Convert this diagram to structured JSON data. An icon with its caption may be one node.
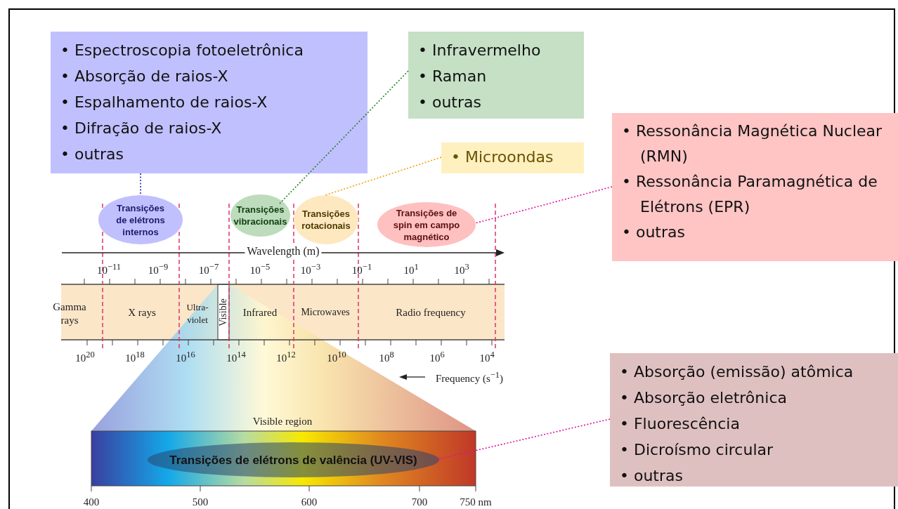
{
  "diagram": {
    "nodes": [
      {
        "text": [
          "• Espectroscopia fotoeletrônica",
          "• Absorção de raios-X",
          "• Espalhamento de raios-X",
          "• Difração de raios-X",
          "• outras"
        ]
      },
      {
        "text": [
          "• Infravermelho",
          "• Raman",
          "• outras"
        ]
      },
      {
        "text": [
          "• Microondas"
        ]
      },
      {
        "text": [
          "• Ressonância Magnética Nuclear (RMN)",
          "• Ressonância Paramagnética de Elétrons (EPR)",
          "• outras"
        ]
      },
      {
        "text": [
          "• Absorção (emissão) atômica",
          "• Absorção eletrônica",
          "• Fluorescência",
          "• Dicroísmo circular",
          "• outras"
        ]
      },
      {
        "text": [
          "Transições de elétrons internos"
        ]
      },
      {
        "text": [
          "Transições vibracionais"
        ]
      },
      {
        "text": [
          "Transições rotacionais"
        ]
      },
      {
        "text": [
          "Transições de spin em campo magnético"
        ]
      },
      {
        "text": [
          "Transições de elétrons de valência (UV-VIS)"
        ]
      }
    ],
    "edges": [
      {
        "from": 0,
        "to": 5,
        "arrow": "none",
        "color": "#2020c0"
      },
      {
        "from": 1,
        "to": 6,
        "arrow": "none",
        "color": "#208020"
      },
      {
        "from": 2,
        "to": 7,
        "arrow": "none",
        "color": "#f0a000"
      },
      {
        "from": 3,
        "to": 8,
        "arrow": "none"
      },
      {
        "from": 4,
        "to": 9,
        "arrow": "none"
      }
    ],
    "labels": [
      "Wavelength (m)",
      "10$^{−11}$",
      "10$^{−9}$",
      "10$^{−7}$",
      "10$^{−5}$",
      "10$^{−3}$",
      "10$^{−1}$",
      "10$^{1}$",
      "10$^{3}$",
      "Gamma rays",
      "X rays",
      "Ultra-violet",
      "Visible",
      "Infrared",
      "Microwaves",
      "Radio frequency",
      "10$^{20}$",
      "10$^{18}$",
      "10$^{16}$",
      "10$^{14}$",
      "10$^{12}$",
      "10$^{10}$",
      "10$^{8}$",
      "10$^{6}$",
      "10$^{4}$",
      "Frequency (s$^{−1}$)",
      "Visible region",
      "400",
      "500",
      "600",
      "700",
      "750 nm"
    ]
  }
}
